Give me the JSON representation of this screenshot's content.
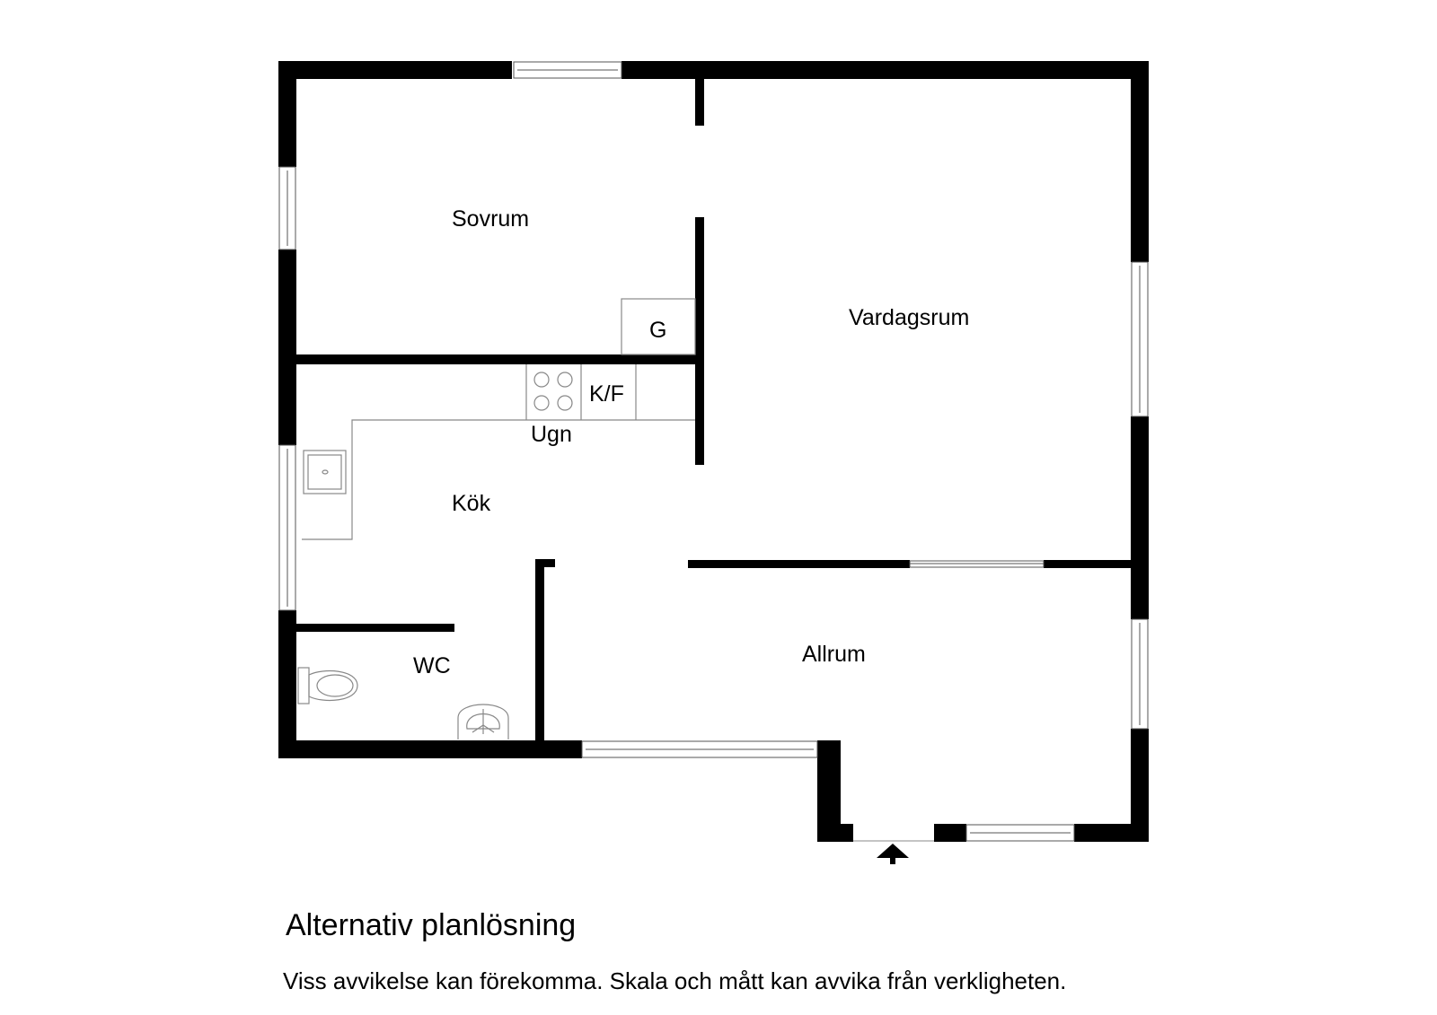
{
  "rooms": {
    "sovrum": "Sovrum",
    "vardagsrum": "Vardagsrum",
    "kok": "Kök",
    "wc": "WC",
    "allrum": "Allrum"
  },
  "fixtures": {
    "garderob": "G",
    "kyl_frys": "K/F",
    "ugn": "Ugn"
  },
  "caption": {
    "title": "Alternativ planlösning",
    "disclaimer": "Viss avvikelse kan förekomma. Skala och mått kan avvika från verkligheten."
  },
  "colors": {
    "wall": "#000000",
    "fixture_line": "#888888",
    "background": "#ffffff"
  }
}
